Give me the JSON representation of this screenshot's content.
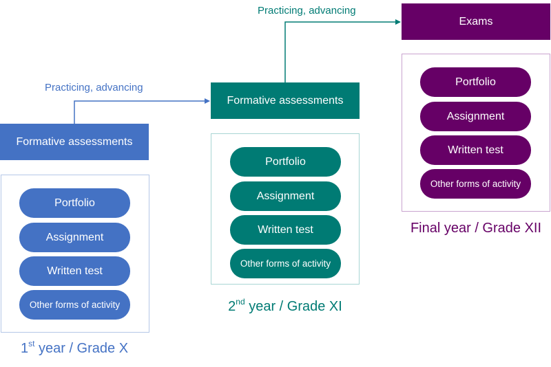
{
  "columns": [
    {
      "id": "grade-x",
      "header": "Formative assessments",
      "color": "#4472C4",
      "items": [
        "Portfolio",
        "Assignment",
        "Written test",
        "Other forms of activity"
      ],
      "year_prefix": "1",
      "year_sup": "st",
      "year_suffix": " year / Grade X"
    },
    {
      "id": "grade-xi",
      "header": "Formative assessments",
      "color": "#007B74",
      "items": [
        "Portfolio",
        "Assignment",
        "Written test",
        "Other forms of activity"
      ],
      "year_prefix": "2",
      "year_sup": "nd",
      "year_suffix": " year / Grade XI"
    },
    {
      "id": "grade-xii",
      "header": "Exams",
      "color": "#660066",
      "items": [
        "Portfolio",
        "Assignment",
        "Written test",
        "Other forms of activity"
      ],
      "year_label": "Final year / Grade XII"
    }
  ],
  "connectors": [
    {
      "from": "grade-x",
      "to": "grade-xi",
      "label": "Practicing, advancing",
      "color": "#4472C4"
    },
    {
      "from": "grade-xi",
      "to": "grade-xii",
      "label": "Practicing, advancing",
      "color": "#007B74"
    }
  ]
}
